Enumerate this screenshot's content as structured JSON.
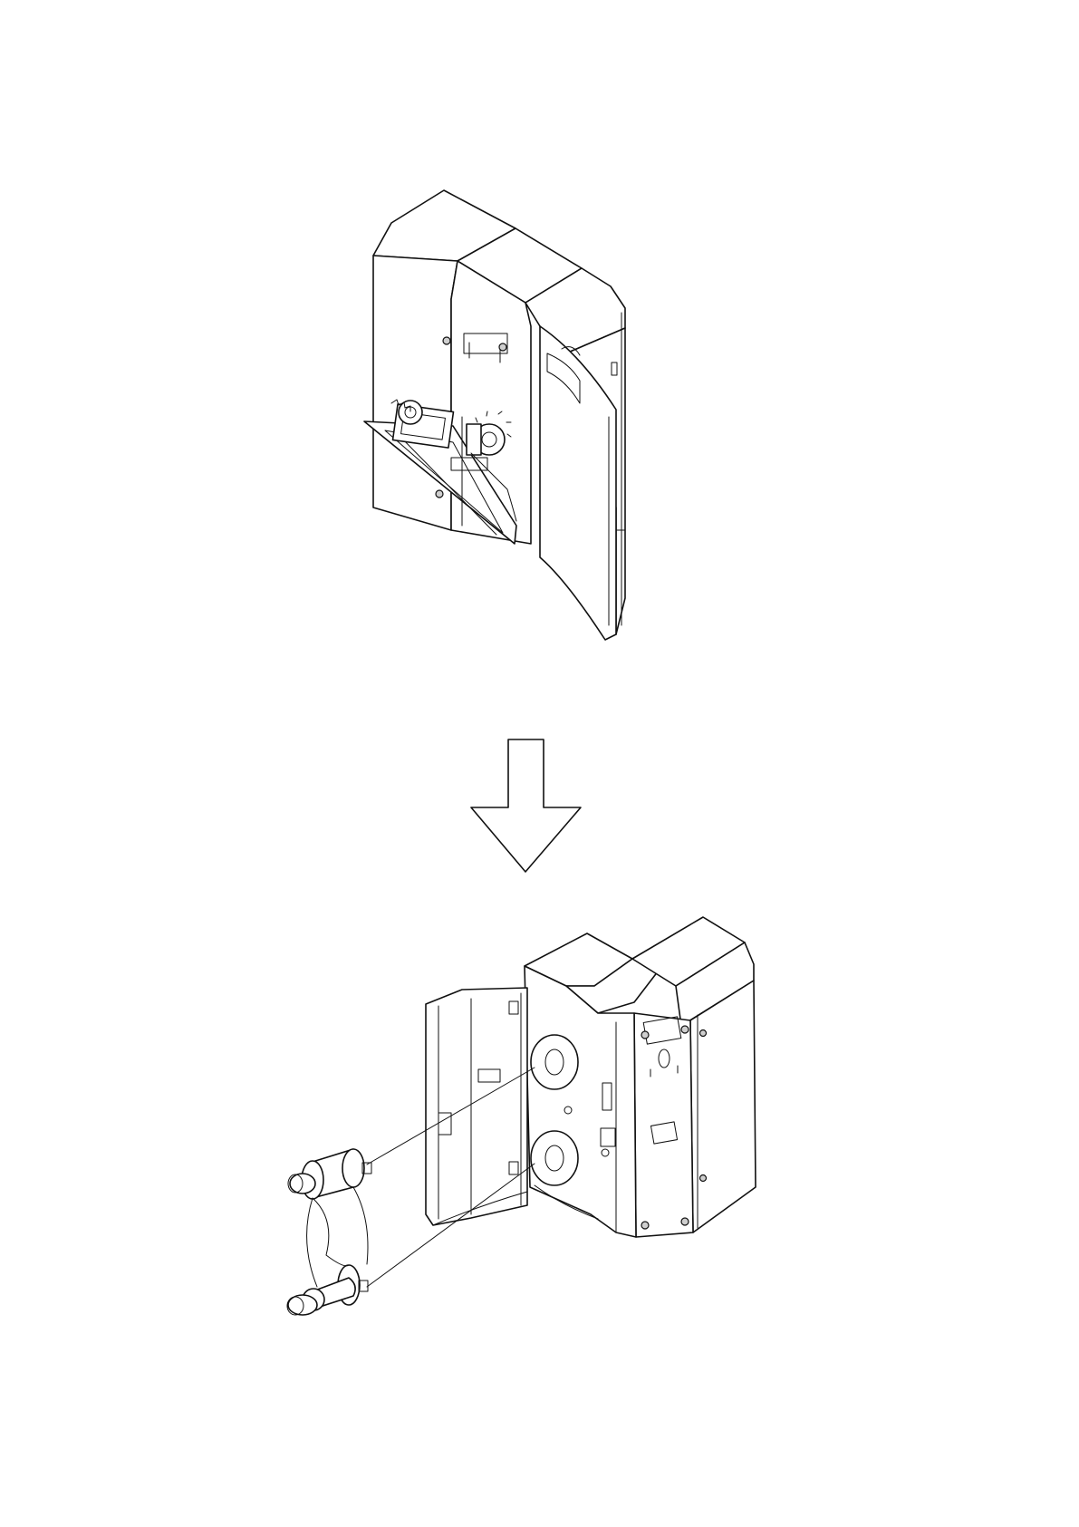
{
  "figure": {
    "steps": [
      {
        "id": "step-1",
        "description_shown": false
      },
      {
        "id": "step-2",
        "description_shown": false
      }
    ],
    "colors": {
      "line": "#111111",
      "background": "#ffffff",
      "screw": "#cfcfcf"
    },
    "icons": [
      "printer-open-front-cover-drawing",
      "down-arrow-icon",
      "printer-ribbon-loading-drawing",
      "ribbon-spool-icon"
    ]
  }
}
